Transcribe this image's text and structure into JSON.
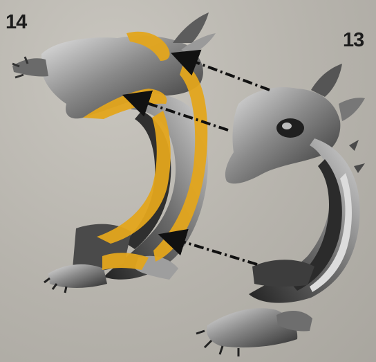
{
  "steps": {
    "left_label": "14",
    "right_label": "13"
  },
  "colors": {
    "background": "#b9b7b0",
    "highlight": "#e3a51c",
    "part_dark": "#2a2a2a",
    "part_mid": "#7d7d7d",
    "part_light": "#d2d2d2",
    "arrow": "#1a1a1a"
  },
  "icons": {
    "assembly_arrow": "dash-dot-arrow"
  }
}
